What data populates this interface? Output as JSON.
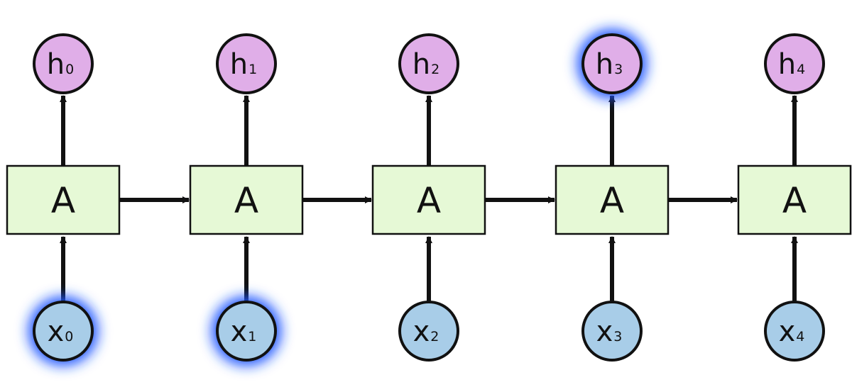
{
  "colors": {
    "cell_fill": "#e6f9d6",
    "output_fill": "#e0aee8",
    "input_fill": "#a8cde8",
    "stroke": "#111111",
    "glow": "#1a55ff"
  },
  "cells": [
    {
      "label": "A"
    },
    {
      "label": "A"
    },
    {
      "label": "A"
    },
    {
      "label": "A"
    },
    {
      "label": "A"
    }
  ],
  "outputs": [
    {
      "letter": "h",
      "sub": "0",
      "highlighted": false
    },
    {
      "letter": "h",
      "sub": "1",
      "highlighted": false
    },
    {
      "letter": "h",
      "sub": "2",
      "highlighted": false
    },
    {
      "letter": "h",
      "sub": "3",
      "highlighted": true
    },
    {
      "letter": "h",
      "sub": "4",
      "highlighted": false
    }
  ],
  "inputs": [
    {
      "letter": "x",
      "sub": "0",
      "highlighted": true
    },
    {
      "letter": "x",
      "sub": "1",
      "highlighted": true
    },
    {
      "letter": "x",
      "sub": "2",
      "highlighted": false
    },
    {
      "letter": "x",
      "sub": "3",
      "highlighted": false
    },
    {
      "letter": "x",
      "sub": "4",
      "highlighted": false
    }
  ]
}
